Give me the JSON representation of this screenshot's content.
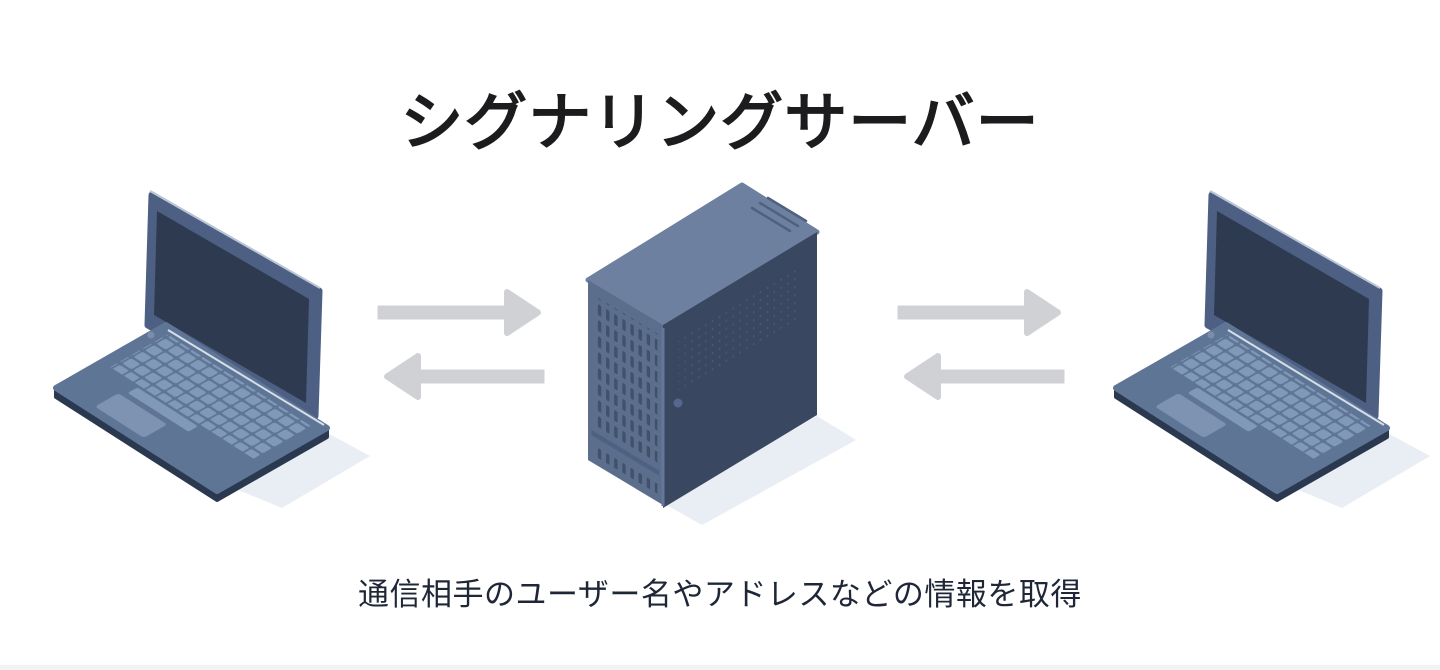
{
  "page": {
    "background_color": "#ffffff",
    "title": "シグナリングサーバー",
    "caption": "通信相手のユーザー名やアドレスなどの情報を取得"
  },
  "diagram": {
    "type": "network-flow",
    "nodes": [
      {
        "icon": "laptop-icon",
        "position": "left"
      },
      {
        "icon": "server-icon",
        "position": "center"
      },
      {
        "icon": "laptop-icon",
        "position": "right"
      }
    ],
    "connections": [
      {
        "between": [
          "left-laptop",
          "server"
        ],
        "arrows": [
          "right-arrow-icon",
          "left-arrow-icon"
        ]
      },
      {
        "between": [
          "server",
          "right-laptop"
        ],
        "arrows": [
          "right-arrow-icon",
          "left-arrow-icon"
        ]
      }
    ],
    "colors": {
      "arrow": "#d0d1d4",
      "laptop_deck": "#5f7596",
      "laptop_keys": "#8099b9",
      "laptop_touchpad": "#7e93b2",
      "laptop_lid": "#4d5f82",
      "laptop_screen": "#2e3a50",
      "laptop_base_edge": "#2b3950",
      "server_top": "#6d80a0",
      "server_side": "#5b6e8c",
      "server_front": "#3a4760",
      "server_vents": "#40516c",
      "shadow": "#e9edf4",
      "title_text": "#1c1c1e",
      "caption_text": "#1f2737"
    }
  }
}
